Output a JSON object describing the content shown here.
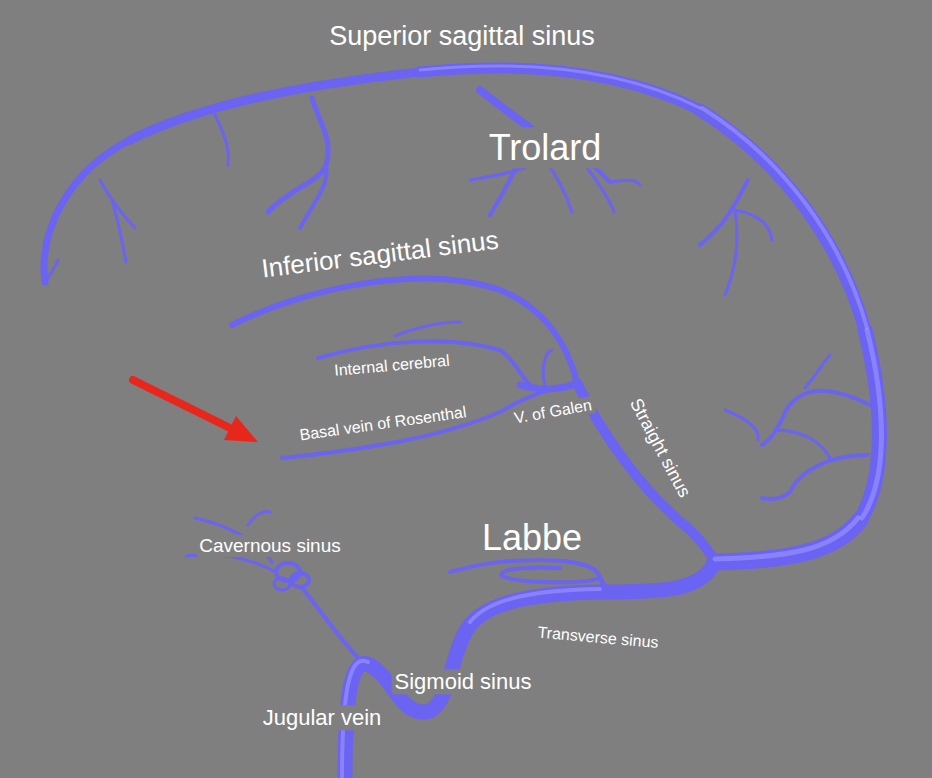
{
  "diagram": {
    "labels": [
      "Superior sagittal sinus",
      "Trolard",
      "Inferior sagittal sinus",
      "Internal cerebral",
      "Basal vein of Rosenthal",
      "V. of Galen",
      "Straight sinus",
      "Labbe",
      "Cavernous sinus",
      "Transverse sinus",
      "Sigmoid sinus",
      "Jugular vein"
    ]
  }
}
